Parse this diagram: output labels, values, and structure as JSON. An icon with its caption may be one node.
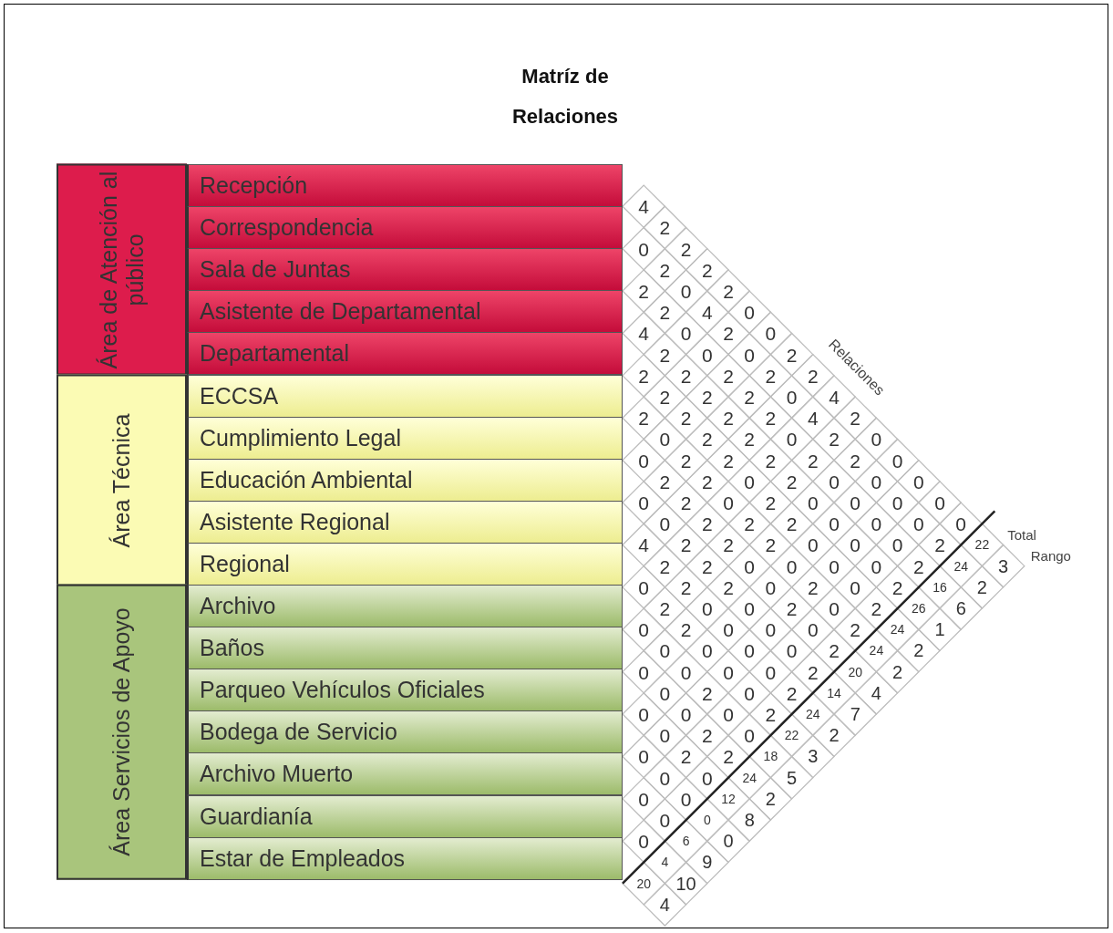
{
  "diagram": {
    "title": "Matríz de Relaciones",
    "nodes": [
      {
        "text": [
          "Área de Atención al público"
        ]
      },
      {
        "text": [
          "Recepción"
        ]
      },
      {
        "text": [
          "Correspondencia"
        ]
      },
      {
        "text": [
          "Sala de Juntas"
        ]
      },
      {
        "text": [
          "Asistente de Departamental"
        ]
      },
      {
        "text": [
          "Departamental"
        ]
      },
      {
        "text": [
          "Área Técnica"
        ]
      },
      {
        "text": [
          "ECCSA"
        ]
      },
      {
        "text": [
          "Cumplimiento Legal"
        ]
      },
      {
        "text": [
          "Educación Ambiental"
        ]
      },
      {
        "text": [
          "Asistente Regional"
        ]
      },
      {
        "text": [
          "Regional"
        ]
      },
      {
        "text": [
          "Área Servicios de Apoyo"
        ]
      },
      {
        "text": [
          "Archivo"
        ]
      },
      {
        "text": [
          "Baños"
        ]
      },
      {
        "text": [
          "Parqueo Vehículos Oficiales"
        ]
      },
      {
        "text": [
          "Bodega de Servicio"
        ]
      },
      {
        "text": [
          "Archivo Muerto"
        ]
      },
      {
        "text": [
          "Guardianía"
        ]
      },
      {
        "text": [
          "Estar de Empleados"
        ]
      }
    ],
    "labels": [
      "Relaciones",
      "Total",
      "Rango",
      "4",
      "2",
      "0",
      "2",
      "2",
      "2",
      "2",
      "0",
      "2",
      "2",
      "4",
      "0",
      "4",
      "0",
      "2",
      "0",
      "2",
      "0",
      "0",
      "2",
      "2",
      "2",
      "2",
      "2",
      "2",
      "2",
      "2",
      "2",
      "0",
      "4",
      "2",
      "2",
      "2",
      "2",
      "4",
      "2",
      "0",
      "2",
      "2",
      "0",
      "2",
      "0",
      "0",
      "2",
      "2",
      "2",
      "2",
      "2",
      "0",
      "2",
      "2",
      "0",
      "2",
      "0",
      "0",
      "0",
      "0",
      "2",
      "0",
      "2",
      "0",
      "0",
      "0",
      "0",
      "0",
      "2",
      "2",
      "2",
      "0",
      "0",
      "0",
      "0",
      "4",
      "2",
      "2",
      "2",
      "0",
      "0",
      "0",
      "2",
      "22",
      "2",
      "2",
      "0",
      "0",
      "0",
      "0",
      "2",
      "24",
      "3",
      "0",
      "2",
      "2",
      "0",
      "2",
      "0",
      "2",
      "16",
      "2",
      "2",
      "0",
      "0",
      "2",
      "0",
      "2",
      "26",
      "6",
      "0",
      "2",
      "0",
      "0",
      "0",
      "2",
      "24",
      "1",
      "0",
      "0",
      "0",
      "0",
      "2",
      "24",
      "2",
      "0",
      "0",
      "0",
      "0",
      "2",
      "20",
      "2",
      "0",
      "2",
      "0",
      "2",
      "14",
      "4",
      "0",
      "0",
      "0",
      "2",
      "24",
      "7",
      "0",
      "2",
      "0",
      "22",
      "2",
      "0",
      "2",
      "2",
      "18",
      "3",
      "0",
      "0",
      "24",
      "5",
      "0",
      "0",
      "12",
      "2",
      "0",
      "0",
      "8",
      "0",
      "6",
      "0",
      "4",
      "9",
      "20",
      "10",
      "4"
    ]
  }
}
